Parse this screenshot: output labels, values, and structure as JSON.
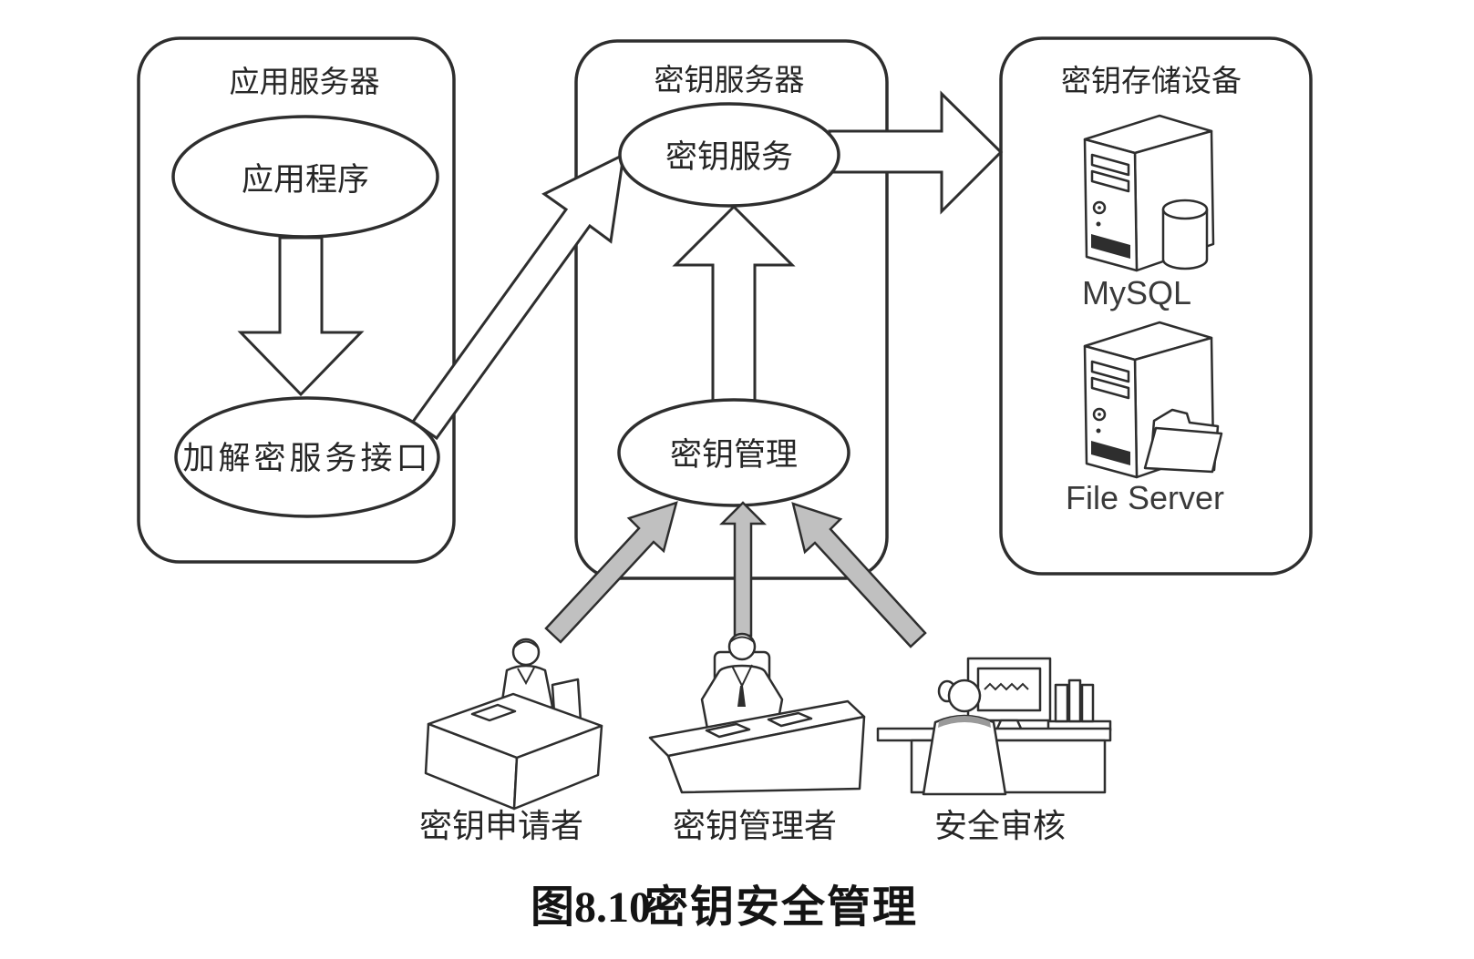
{
  "figure": {
    "caption_number": "图8.10",
    "caption_title": "密钥安全管理"
  },
  "boxes": {
    "app_server": {
      "title": "应用服务器",
      "nodes": {
        "application": "应用程序",
        "crypto_interface": "加解密服务接口"
      }
    },
    "key_server": {
      "title": "密钥服务器",
      "nodes": {
        "key_service": "密钥服务",
        "key_management": "密钥管理"
      }
    },
    "key_storage": {
      "title": "密钥存储设备",
      "devices": {
        "mysql": "MySQL",
        "file_server": "File Server"
      }
    }
  },
  "actors": {
    "applicant": "密钥申请者",
    "manager": "密钥管理者",
    "auditor": "安全审核"
  },
  "connections": [
    {
      "from": "应用程序",
      "to": "加解密服务接口",
      "style": "white-block-arrow"
    },
    {
      "from": "加解密服务接口",
      "to": "密钥服务",
      "style": "white-block-arrow"
    },
    {
      "from": "密钥管理",
      "to": "密钥服务",
      "style": "white-block-arrow"
    },
    {
      "from": "密钥服务",
      "to": "密钥存储设备",
      "style": "white-block-arrow"
    },
    {
      "from": "密钥申请者",
      "to": "密钥管理",
      "style": "gray-arrow"
    },
    {
      "from": "密钥管理者",
      "to": "密钥管理",
      "style": "gray-arrow"
    },
    {
      "from": "安全审核",
      "to": "密钥管理",
      "style": "gray-arrow"
    }
  ],
  "colors": {
    "line": "#2e2e2e",
    "gray_arrow_fill": "#c0c0c0",
    "background": "#ffffff"
  }
}
